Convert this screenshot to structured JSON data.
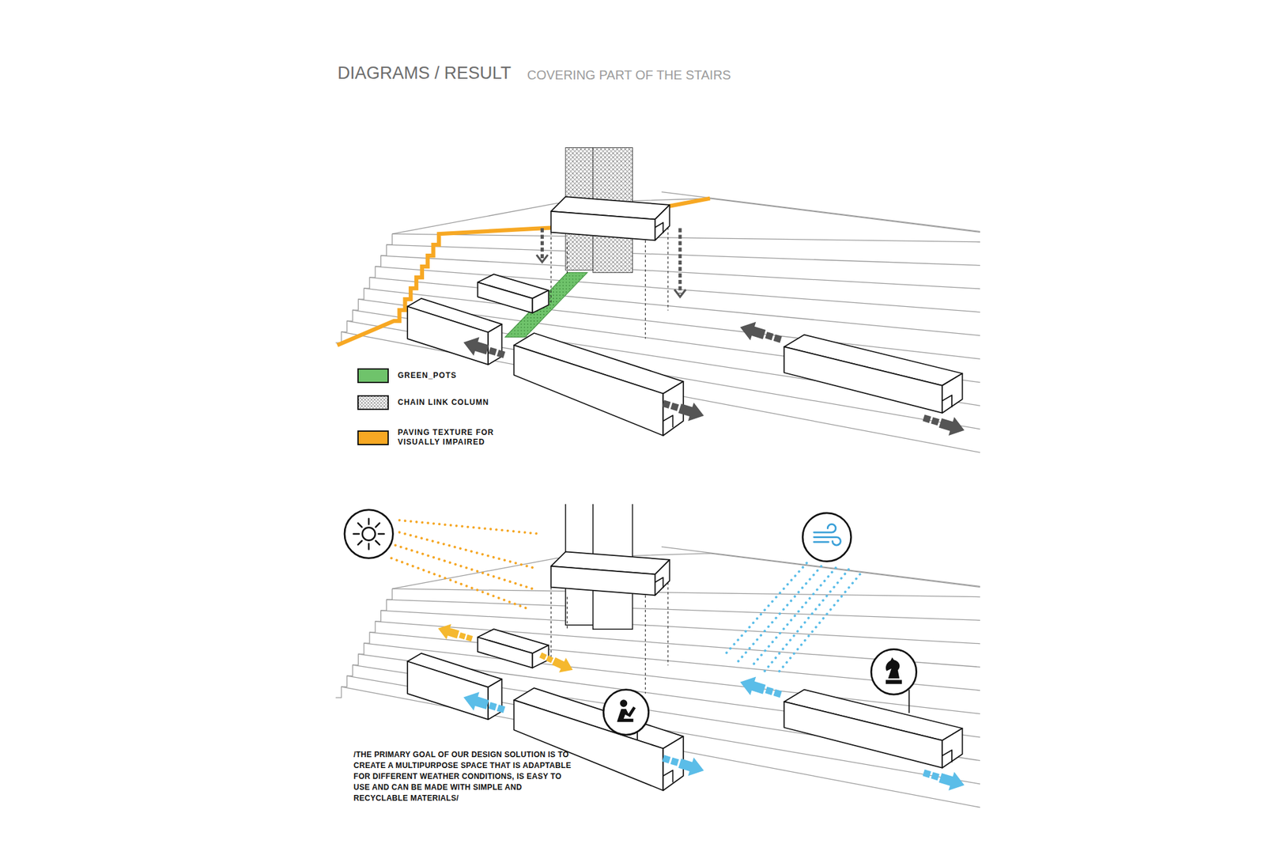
{
  "diagram": {
    "title": "DIAGRAMS / RESULT",
    "caption": "/THE PRIMARY GOAL OF OUR DESIGN SOLUTION IS TO CREATE A MULTIPURPOSE SPACE THAT IS ADAPTABLE FOR DIFFERENT WEATHER CONDITIONS, IS EASY TO USE AND CAN BE MADE WITH SIMPLE AND RECYCLABLE MATERIALS/",
    "labels": [
      "COVERING PART OF THE STAIRS"
    ],
    "legend": [
      {
        "text": "GREEN_POTS",
        "color": "#6fc36b"
      },
      {
        "text": "CHAIN LINK COLUMN"
      },
      {
        "text": "PAVING TEXTURE FOR VISUALLY IMPAIRED",
        "color": "#f7a823"
      }
    ]
  }
}
